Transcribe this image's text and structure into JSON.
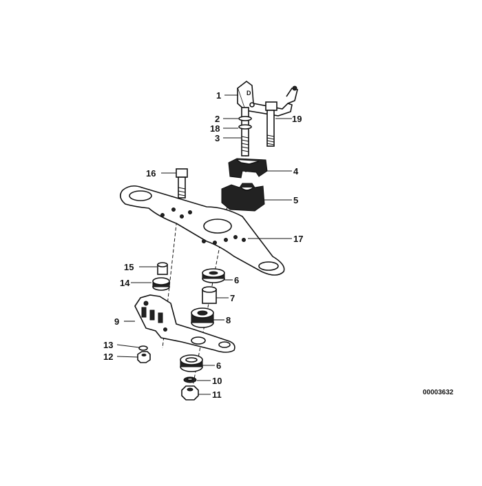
{
  "diagram": {
    "part_labels": [
      "1",
      "2",
      "18",
      "3",
      "19",
      "16",
      "4",
      "5",
      "17",
      "15",
      "6",
      "14",
      "7",
      "9",
      "8",
      "13",
      "12",
      "6",
      "10",
      "11"
    ],
    "reference_number": "00003632"
  }
}
